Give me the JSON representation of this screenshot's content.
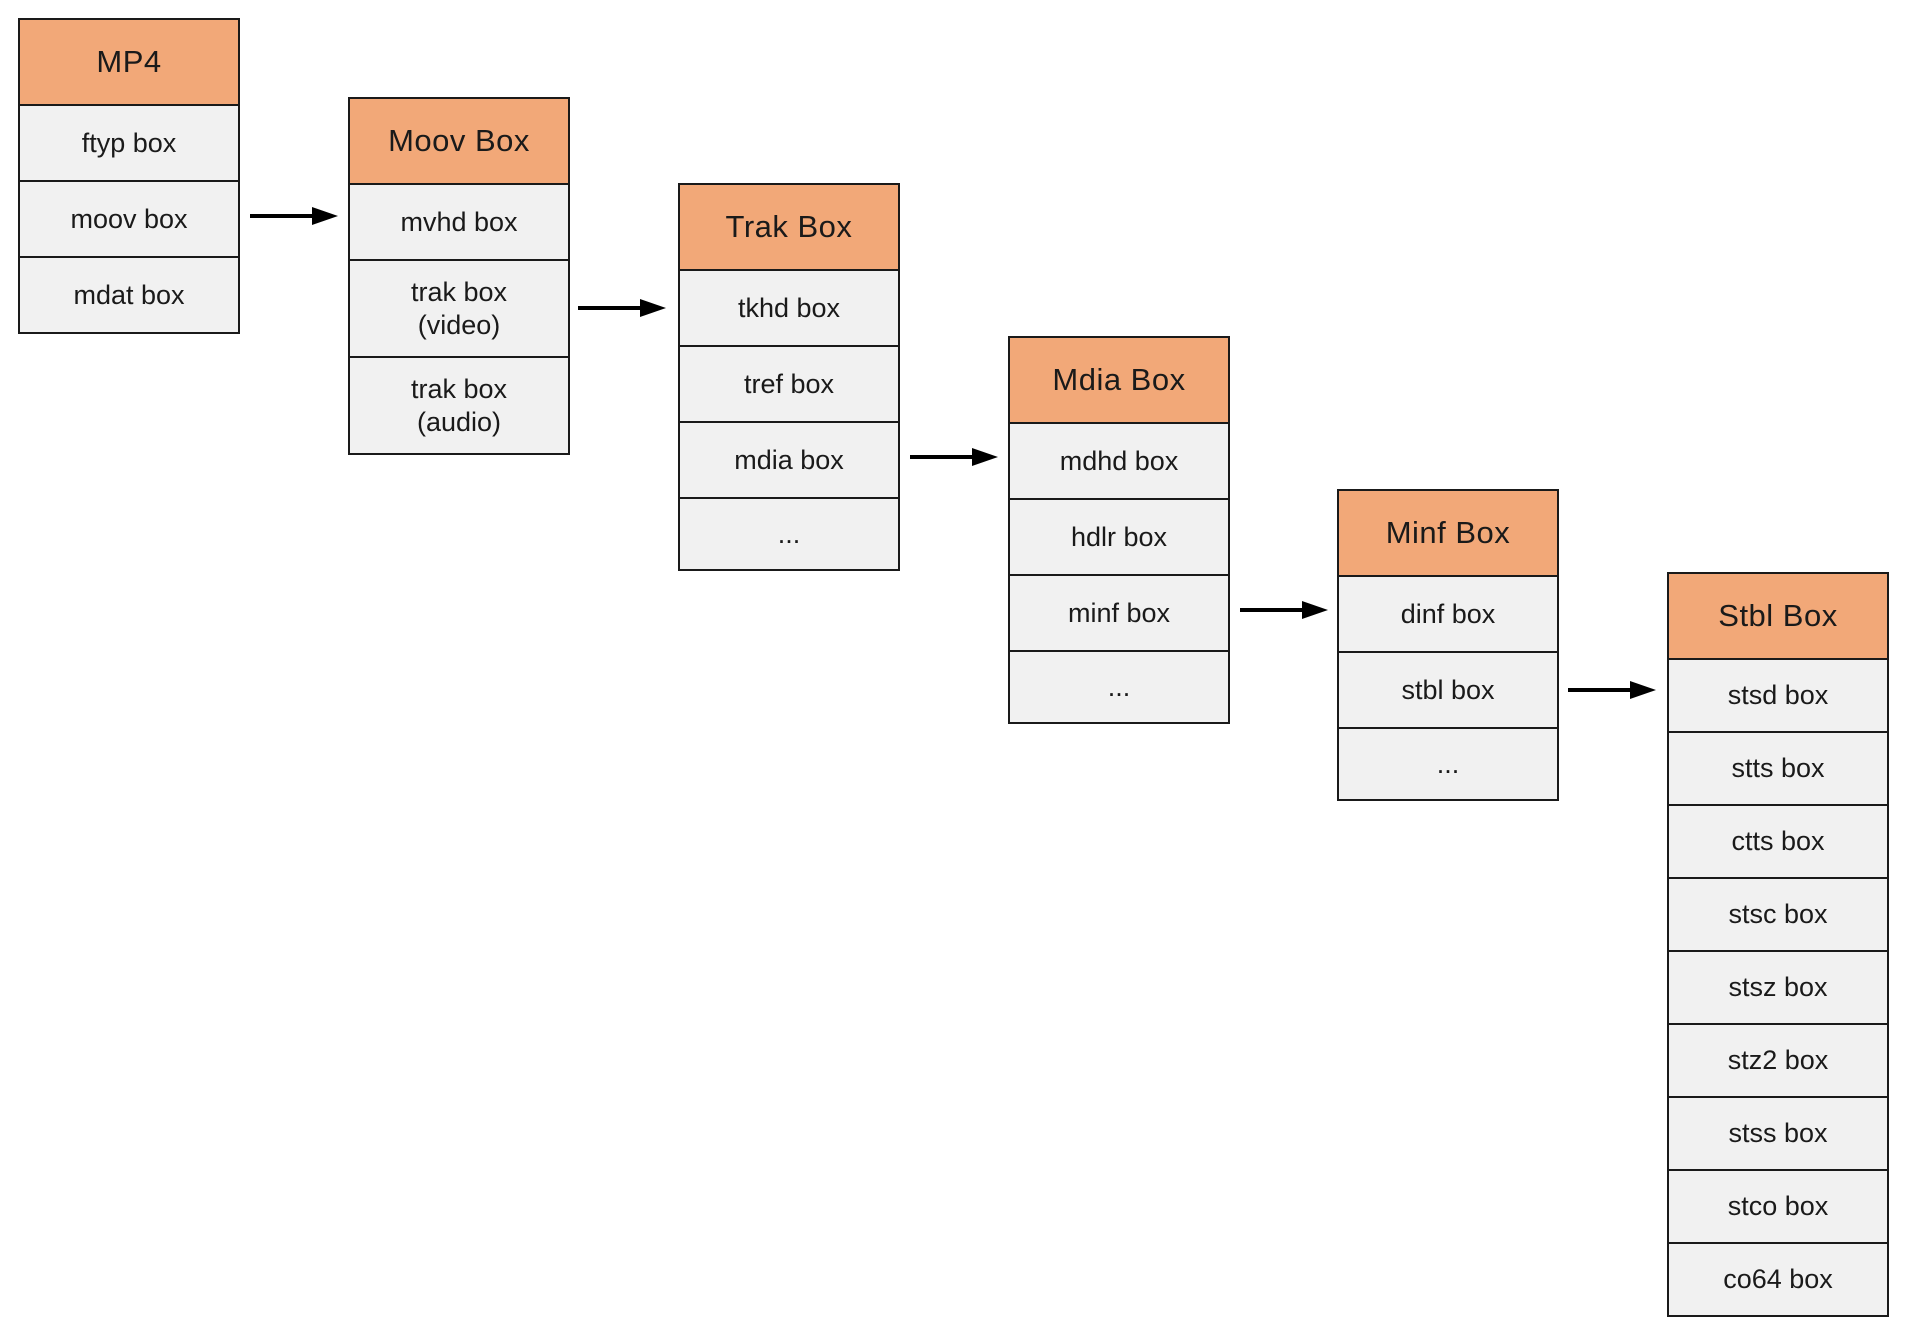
{
  "colors": {
    "header_bg": "#f2a878",
    "row_bg": "#f1f1f1",
    "border": "#1a1a1a",
    "arrow": "#000000",
    "canvas_bg": "#ffffff"
  },
  "boxes": [
    {
      "title": "MP4",
      "rows": [
        "ftyp box",
        "moov box",
        "mdat box"
      ]
    },
    {
      "title": "Moov Box",
      "rows": [
        "mvhd box",
        "trak box\n(video)",
        "trak box\n(audio)"
      ]
    },
    {
      "title": "Trak Box",
      "rows": [
        "tkhd box",
        "tref box",
        "mdia box",
        "..."
      ]
    },
    {
      "title": "Mdia Box",
      "rows": [
        "mdhd box",
        "hdlr box",
        "minf box",
        "..."
      ]
    },
    {
      "title": "Minf Box",
      "rows": [
        "dinf box",
        "stbl box",
        "..."
      ]
    },
    {
      "title": "Stbl Box",
      "rows": [
        "stsd box",
        "stts box",
        "ctts box",
        "stsc box",
        "stsz box",
        "stz2 box",
        "stss box",
        "stco box",
        "co64 box"
      ]
    }
  ],
  "arrows": [
    {
      "from": "moov box",
      "to": "Moov Box"
    },
    {
      "from": "trak box (video)",
      "to": "Trak Box"
    },
    {
      "from": "mdia box",
      "to": "Mdia Box"
    },
    {
      "from": "minf box",
      "to": "Minf Box"
    },
    {
      "from": "stbl box",
      "to": "Stbl Box"
    }
  ]
}
